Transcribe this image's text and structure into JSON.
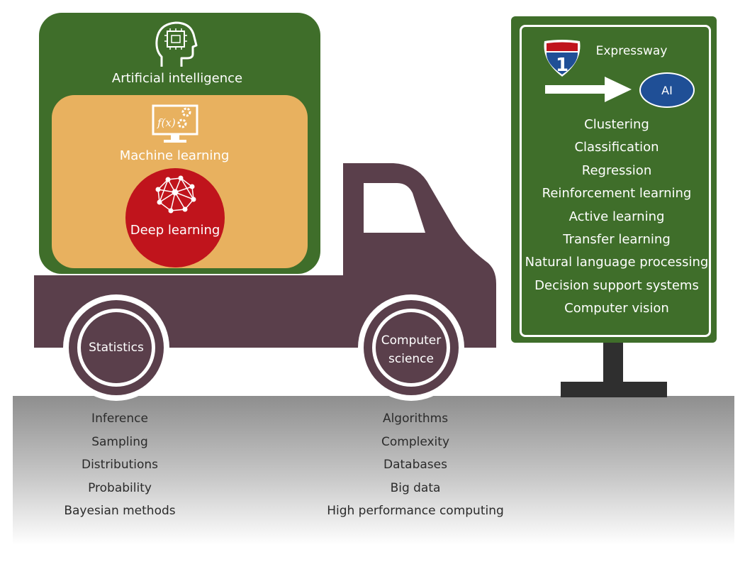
{
  "ai_label": "Artificial intelligence",
  "ml_label": "Machine learning",
  "dl_label": "Deep learning",
  "statistics_label": "Statistics",
  "cs_label_line1": "Computer",
  "cs_label_line2": "science",
  "sign": {
    "route_number": "1",
    "title": "Expressway",
    "destination": "AI",
    "items": [
      "Clustering",
      "Classification",
      "Regression",
      "Reinforcement learning",
      "Active learning",
      "Transfer learning",
      "Natural language processing",
      "Decision support systems",
      "Computer vision"
    ]
  },
  "statistics_topics": [
    "Inference",
    "Sampling",
    "Distributions",
    "Probability",
    "Bayesian methods"
  ],
  "cs_topics": [
    "Algorithms",
    "Complexity",
    "Databases",
    "Big data",
    "High performance computing"
  ],
  "colors": {
    "green": "#3f6e2a",
    "orange": "#e8b15f",
    "red": "#c0141c",
    "truck": "#5a3f4b",
    "ground": "#a9a9a9",
    "shield_blue": "#1f4f96",
    "shield_red": "#c0141c"
  }
}
